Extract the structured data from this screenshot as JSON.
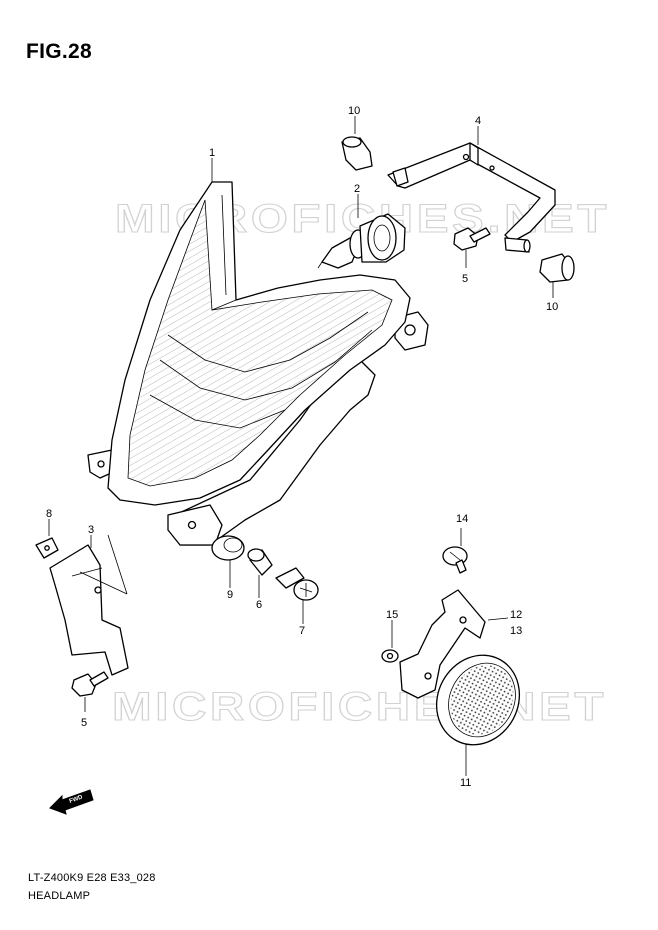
{
  "figure": {
    "title": "FIG.28"
  },
  "footer": {
    "code": "LT-Z400K9 E28 E33_028",
    "name": "HEADLAMP"
  },
  "watermark": {
    "text": "MICROFICHES.NET"
  },
  "fwd_label": "FWD",
  "callouts": [
    {
      "id": "1",
      "label": "1"
    },
    {
      "id": "2",
      "label": "2"
    },
    {
      "id": "3",
      "label": "3"
    },
    {
      "id": "4",
      "label": "4"
    },
    {
      "id": "5a",
      "label": "5"
    },
    {
      "id": "5b",
      "label": "5"
    },
    {
      "id": "6",
      "label": "6"
    },
    {
      "id": "7",
      "label": "7"
    },
    {
      "id": "8",
      "label": "8"
    },
    {
      "id": "9",
      "label": "9"
    },
    {
      "id": "10a",
      "label": "10"
    },
    {
      "id": "10b",
      "label": "10"
    },
    {
      "id": "11",
      "label": "11"
    },
    {
      "id": "12",
      "label": "12"
    },
    {
      "id": "13",
      "label": "13"
    },
    {
      "id": "14",
      "label": "14"
    },
    {
      "id": "15",
      "label": "15"
    }
  ]
}
